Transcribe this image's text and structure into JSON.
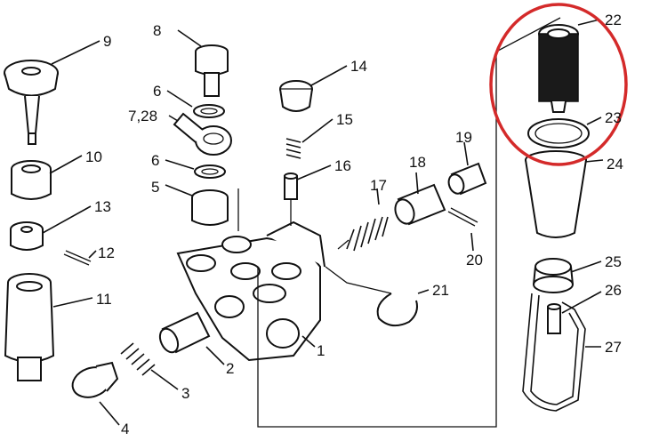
{
  "labels": {
    "l1": "1",
    "l2": "2",
    "l3": "3",
    "l4": "4",
    "l5": "5",
    "l6a": "6",
    "l6b": "6",
    "l728": "7,28",
    "l8": "8",
    "l9": "9",
    "l10": "10",
    "l11": "11",
    "l12": "12",
    "l13": "13",
    "l14": "14",
    "l15": "15",
    "l16": "16",
    "l17": "17",
    "l18": "18",
    "l19": "19",
    "l20": "20",
    "l21": "21",
    "l22": "22",
    "l23": "23",
    "l24": "24",
    "l25": "25",
    "l26": "26",
    "l27": "27"
  },
  "highlight": {
    "color": "#d42a2a",
    "target": "22"
  }
}
